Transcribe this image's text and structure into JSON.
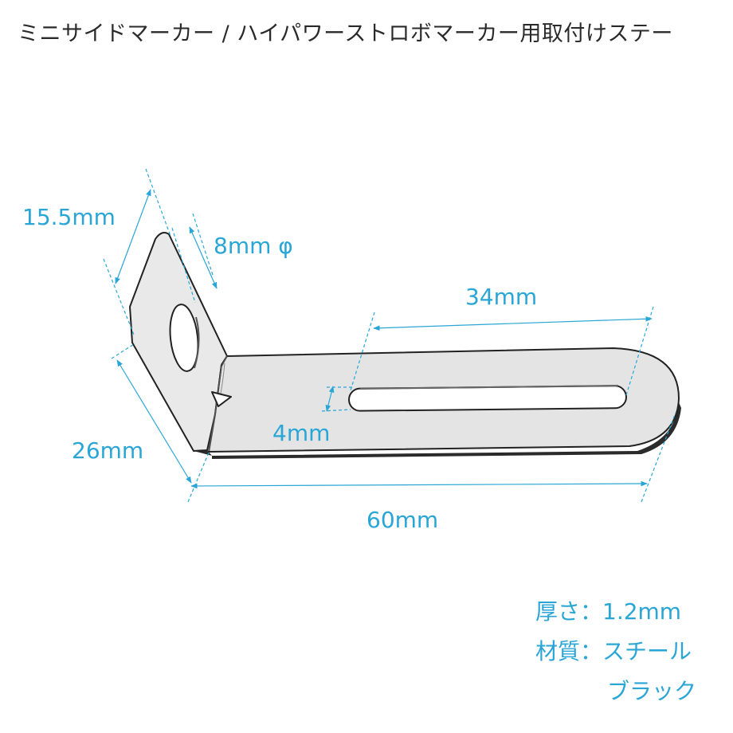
{
  "title": "ミニサイドマーカー / ハイパワーストロボマーカー用取付けステー",
  "dimensions": {
    "height_arm": "15.5mm",
    "hole": "8mm φ",
    "slot_length": "34mm",
    "slot_width": "4mm",
    "base_depth": "26mm",
    "total_length": "60mm"
  },
  "specs": {
    "thickness": "厚さ：1.2mm",
    "material": "材質：スチール",
    "color": "ブラック"
  },
  "colors": {
    "dimension": "#2aa6d6",
    "outline": "#222222",
    "fill": "#e6e6e6"
  }
}
